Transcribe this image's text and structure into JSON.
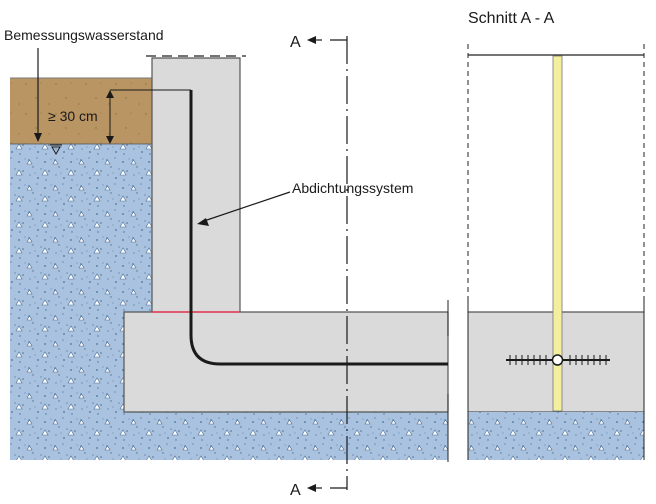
{
  "labels": {
    "water_level": "Bemessungswasserstand",
    "dimension": "≥ 30 cm",
    "sealing_system": "Abdichtungssystem",
    "section_title": "Schnitt A - A",
    "section_mark_top": "A",
    "section_mark_bottom": "A"
  },
  "colors": {
    "soil": "#b99563",
    "gravel": "#a9c2df",
    "concrete": "#dadada",
    "sealing_tube": "#1a1a1a",
    "waterstop": "#f3ef9e",
    "joint_line": "#e0304a"
  }
}
